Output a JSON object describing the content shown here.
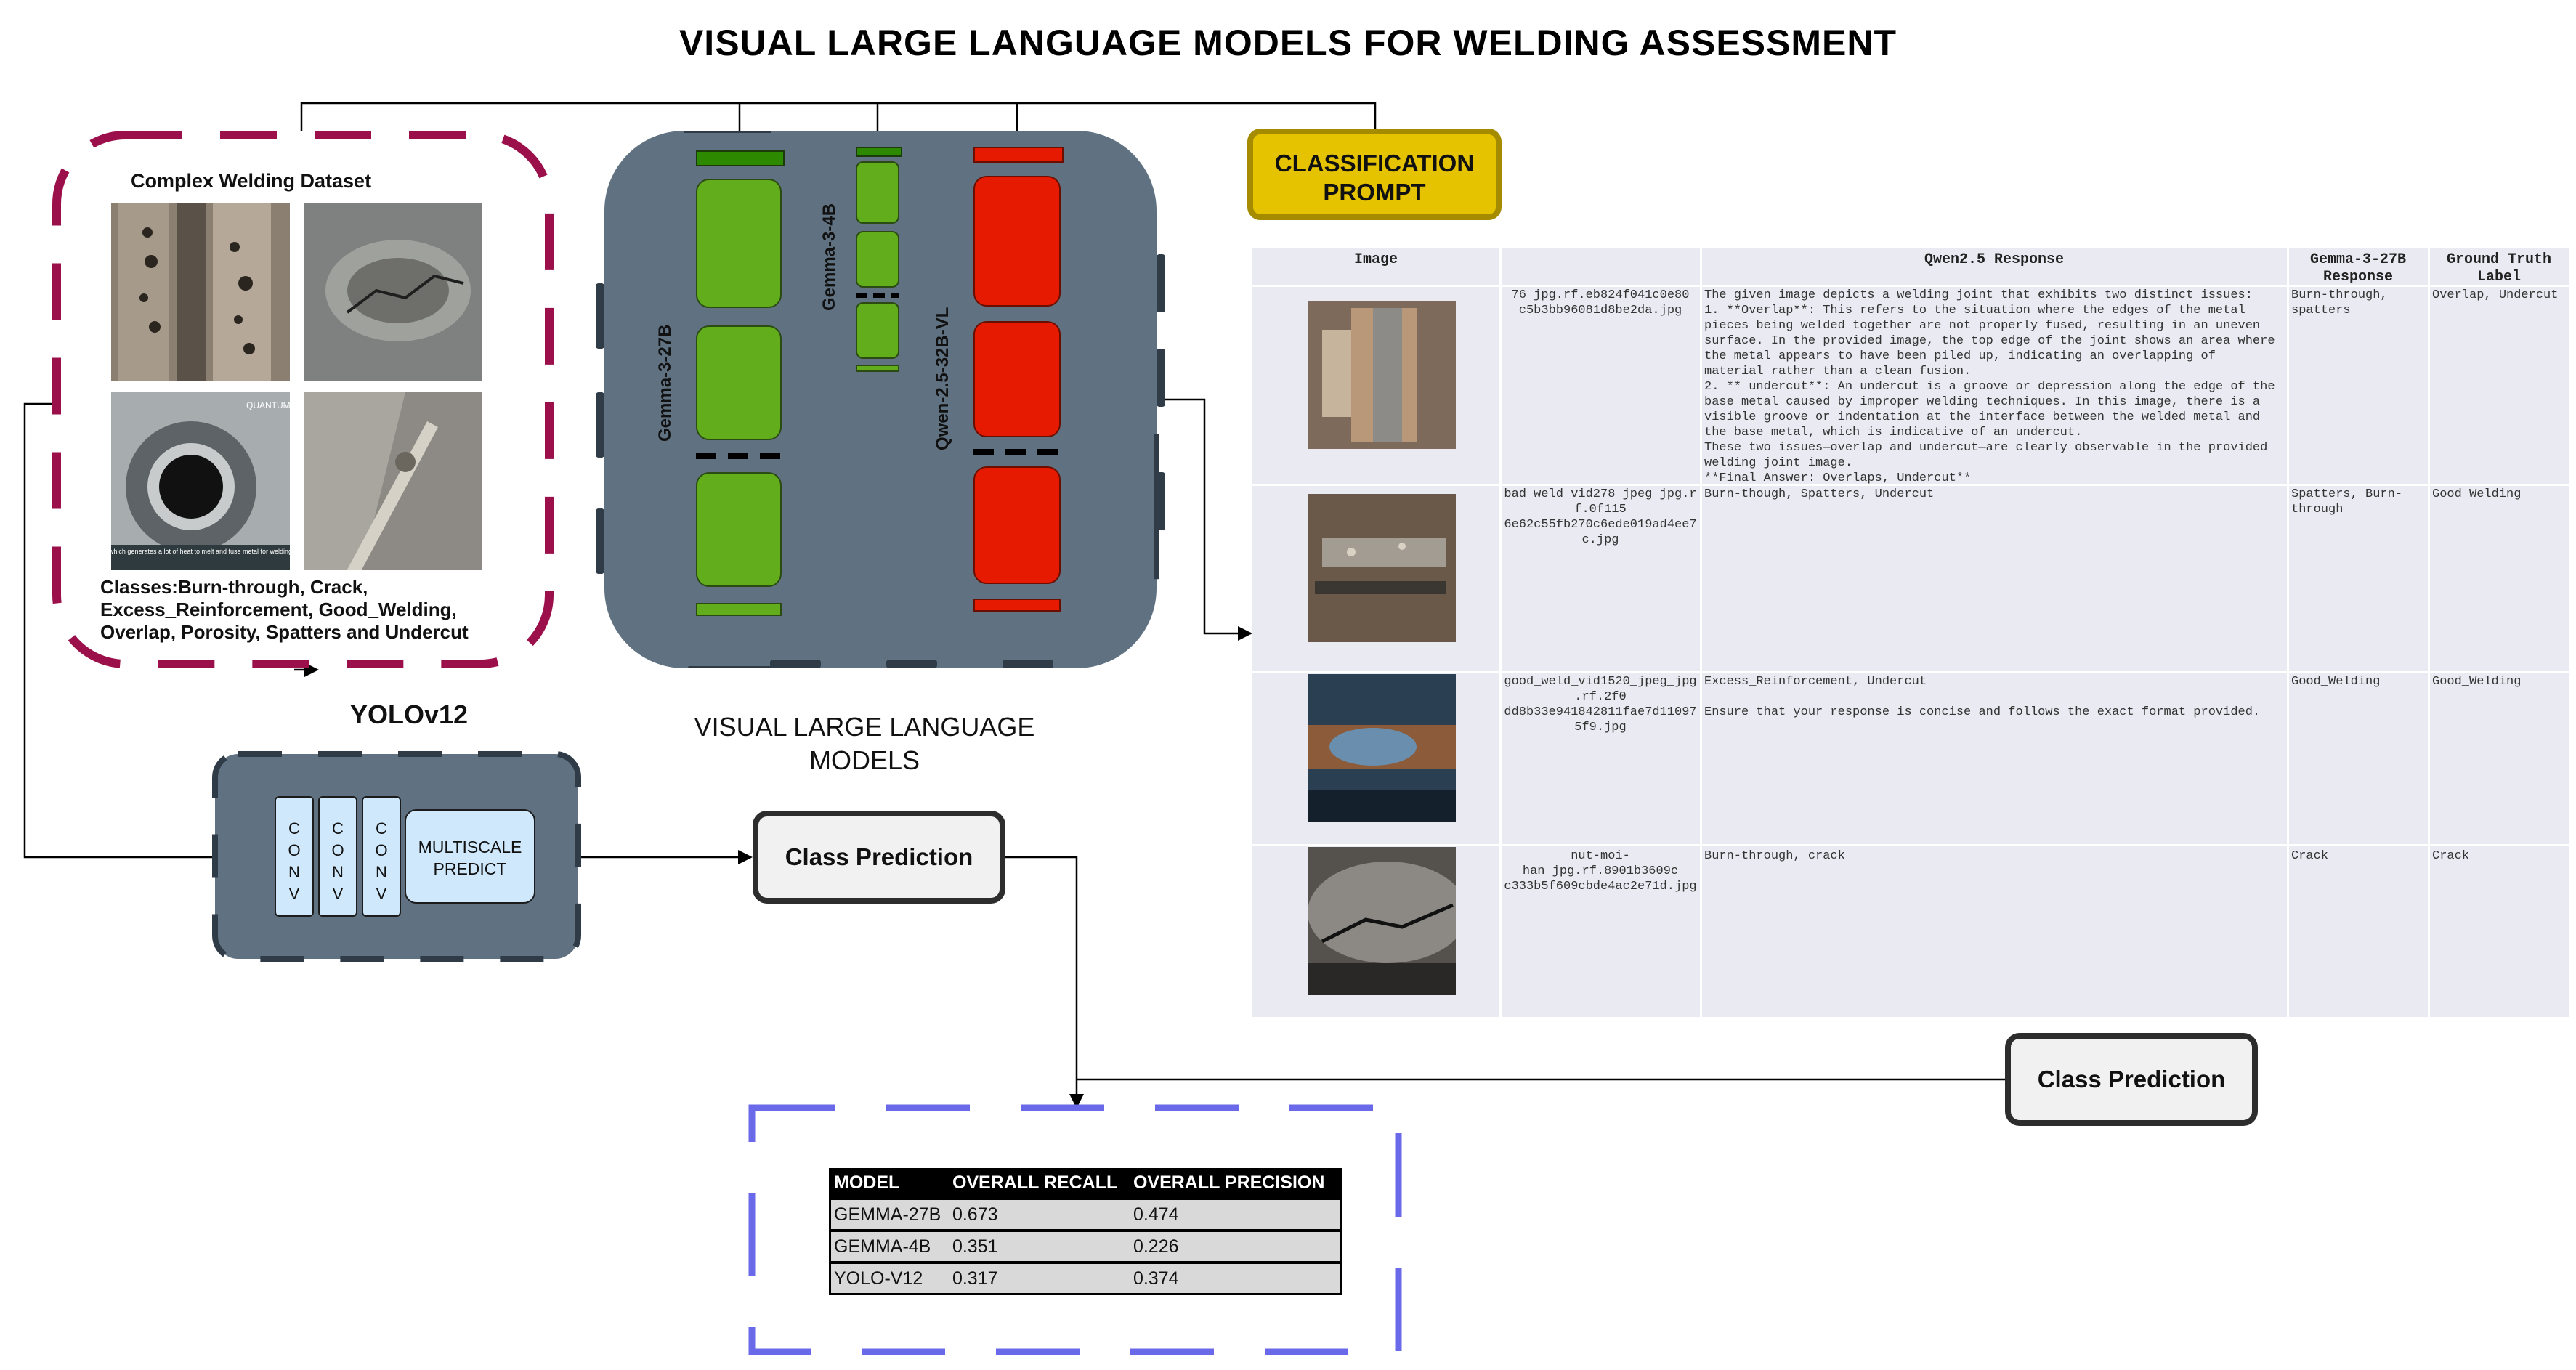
{
  "title": "VISUAL LARGE LANGUAGE MODELS FOR WELDING ASSESSMENT",
  "dataset": {
    "title": "Complex Welding Dataset",
    "classes": "Classes:Burn-through, Crack, Excess_Reinforcement, Good_Welding, Overlap, Porosity, Spatters and Undercut",
    "thumb_caption": "which generates a lot of heat to melt and fuse metal for welding",
    "watermark": "QUANTUM"
  },
  "vlms": {
    "caption": "VISUAL LARGE LANGUAGE MODELS",
    "models": [
      "Gemma-3-27B",
      "Gemma-3-4B",
      "Qwen-2.5-32B-VL"
    ]
  },
  "yolo": {
    "title": "YOLOv12",
    "conv_label": [
      "C",
      "O",
      "N",
      "V"
    ],
    "predict_label": "MULTISCALE PREDICT"
  },
  "class_prediction_label": "Class Prediction",
  "prompt_label": "CLASSIFICATION PROMPT",
  "response_table": {
    "headers": [
      "Image",
      "",
      "Qwen2.5 Response",
      "Gemma-3-27B Response",
      "Ground Truth Label"
    ],
    "rows": [
      {
        "file": "76_jpg.rf.eb824f041c0e80\nc5b3bb96081d8be2da.jpg",
        "qwen": "The given image depicts a welding joint that exhibits two distinct issues:\n1. **Overlap**: This refers to the situation where the edges of the metal\npieces being welded together are not properly fused, resulting in an uneven\nsurface. In the provided image, the top edge of the joint shows an area where\nthe metal appears to have been piled up, indicating an overlapping of\nmaterial rather than a clean fusion.\n2. ** undercut**: An undercut is a groove or depression along the edge of the\nbase metal caused by improper welding techniques. In this image, there is a\nvisible groove or indentation at the interface between the welded metal and\nthe base metal, which is indicative of an undercut.\nThese two issues—overlap and undercut—are clearly observable in the provided\nwelding joint image.\n**Final Answer: Overlaps, Undercut**",
        "gemma": "Burn-through,\nspatters",
        "truth": "Overlap, Undercut"
      },
      {
        "file": "bad_weld_vid278_jpeg_jpg.r\nf.0f115\n6e62c55fb270c6ede019ad4ee7\nc.jpg",
        "qwen": "Burn-though, Spatters, Undercut",
        "gemma": "Spatters, Burn-\nthrough",
        "truth": "Good_Welding"
      },
      {
        "file": "good_weld_vid1520_jpeg_jpg\n.rf.2f0\ndd8b33e941842811fae7d11097\n5f9.jpg",
        "qwen": "Excess_Reinforcement, Undercut\n\nEnsure that your response is concise and follows the exact format provided.",
        "gemma": "Good_Welding",
        "truth": "Good_Welding"
      },
      {
        "file": "nut-moi-\nhan_jpg.rf.8901b3609c\nc333b5f609cbde4ac2e71d.jpg",
        "qwen": "Burn-through, crack",
        "gemma": "Crack",
        "truth": "Crack"
      }
    ]
  },
  "results": {
    "headers": [
      "MODEL",
      "OVERALL RECALL",
      "OVERALL PRECISION"
    ],
    "rows": [
      [
        "GEMMA-27B",
        "0.673",
        "0.474"
      ],
      [
        "GEMMA-4B",
        "0.351",
        "0.226"
      ],
      [
        "YOLO-V12",
        "0.317",
        "0.374"
      ]
    ]
  },
  "colors": {
    "block_gray": "#607282",
    "frame_maroon": "#9b0f4b",
    "frame_blue": "#6a69ea",
    "vlm_green": "#61ad1c",
    "vlm_red": "#e51a00",
    "prompt_yellow": "#e5c300",
    "conv_blue": "#cfe8fb"
  }
}
